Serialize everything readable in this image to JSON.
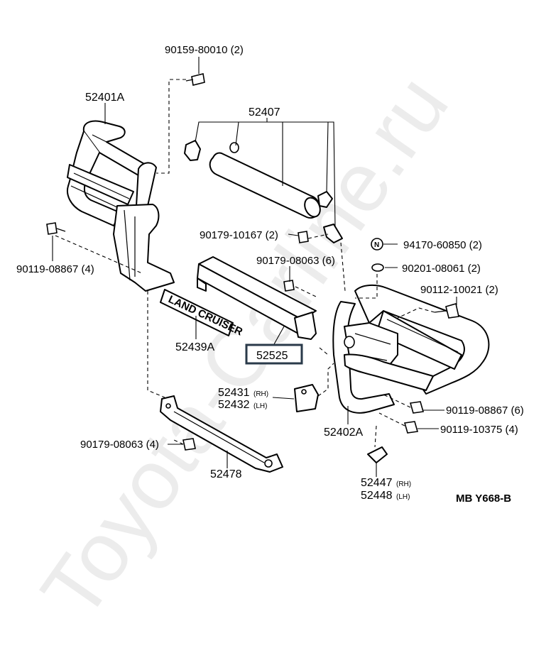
{
  "diagram": {
    "watermark": "Toyota-Carline.ru",
    "figure_code": "MB  Y668-B",
    "emblem_text": "LAND CRUISER",
    "labels": {
      "p90159_80010": "90159-80010 (2)",
      "p52401A": "52401A",
      "p52407": "52407",
      "p90179_10167": "90179-10167 (2)",
      "p94170_60850": "94170-60850 (2)",
      "p90201_08061": "90201-08061 (2)",
      "p90112_10021": "90112-10021 (2)",
      "p90179_08063_6": "90179-08063 (6)",
      "p90119_08867_4": "90119-08867 (4)",
      "p52439A": "52439A",
      "p52525": "52525",
      "p52431": "52431",
      "p52431_side": "(RH)",
      "p52432": "52432",
      "p52432_side": "(LH)",
      "p90119_08867_6": "90119-08867 (6)",
      "p90119_10375": "90119-10375 (4)",
      "p52402A": "52402A",
      "p90179_08063_4": "90179-08063 (4)",
      "p52478": "52478",
      "p52447": "52447",
      "p52447_side": "(RH)",
      "p52448": "52448",
      "p52448_side": "(LH)",
      "n_marker": "N"
    }
  }
}
